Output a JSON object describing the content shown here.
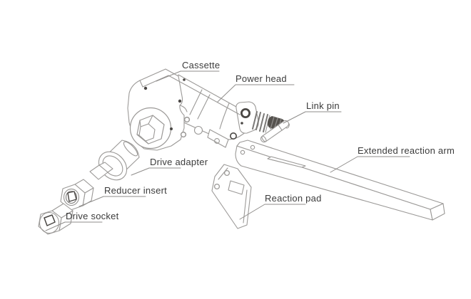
{
  "diagram": {
    "labels": [
      {
        "id": "cassette",
        "text": "Cassette"
      },
      {
        "id": "power-head",
        "text": "Power head"
      },
      {
        "id": "link-pin",
        "text": "Link pin"
      },
      {
        "id": "extended-reaction-arm",
        "text": "Extended reaction arm"
      },
      {
        "id": "drive-adapter",
        "text": "Drive adapter"
      },
      {
        "id": "reducer-insert",
        "text": "Reducer insert"
      },
      {
        "id": "drive-socket",
        "text": "Drive socket"
      },
      {
        "id": "reaction-pad",
        "text": "Reaction pad"
      }
    ],
    "colors": {
      "line": "#9b9997",
      "dark_accent": "#4a4744",
      "label_text": "#3b3b3b",
      "background": "#ffffff"
    }
  }
}
